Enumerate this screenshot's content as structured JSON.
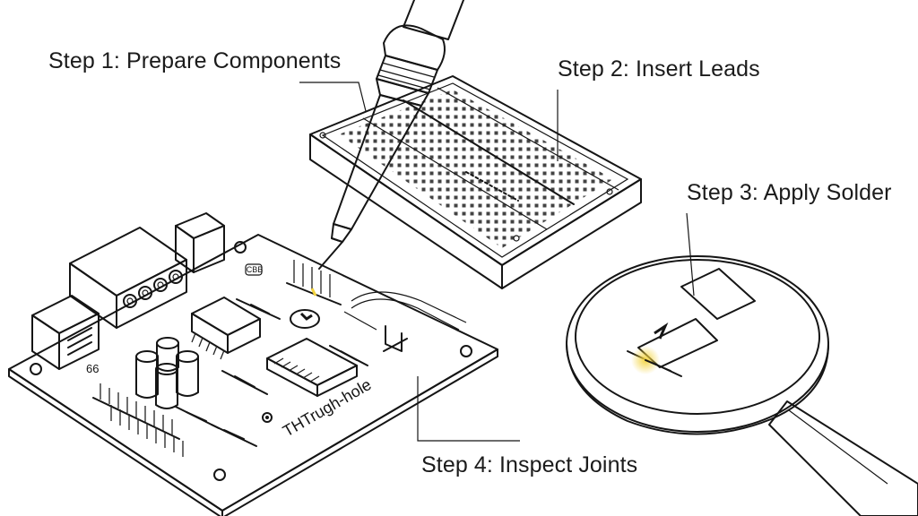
{
  "steps": [
    {
      "label": "Step 1: Prepare Components"
    },
    {
      "label": "Step 2: Insert Leads"
    },
    {
      "label": "Step 3: Apply Solder"
    },
    {
      "label": "Step 4: Inspect Joints"
    }
  ],
  "board": {
    "silkscreen_text": "THTrugh-hole",
    "chip_marking": "CBB",
    "corner_marking": "66"
  },
  "colors": {
    "ink": "#151515",
    "background": "#ffffff",
    "solder_glow": "#f3d33c"
  }
}
